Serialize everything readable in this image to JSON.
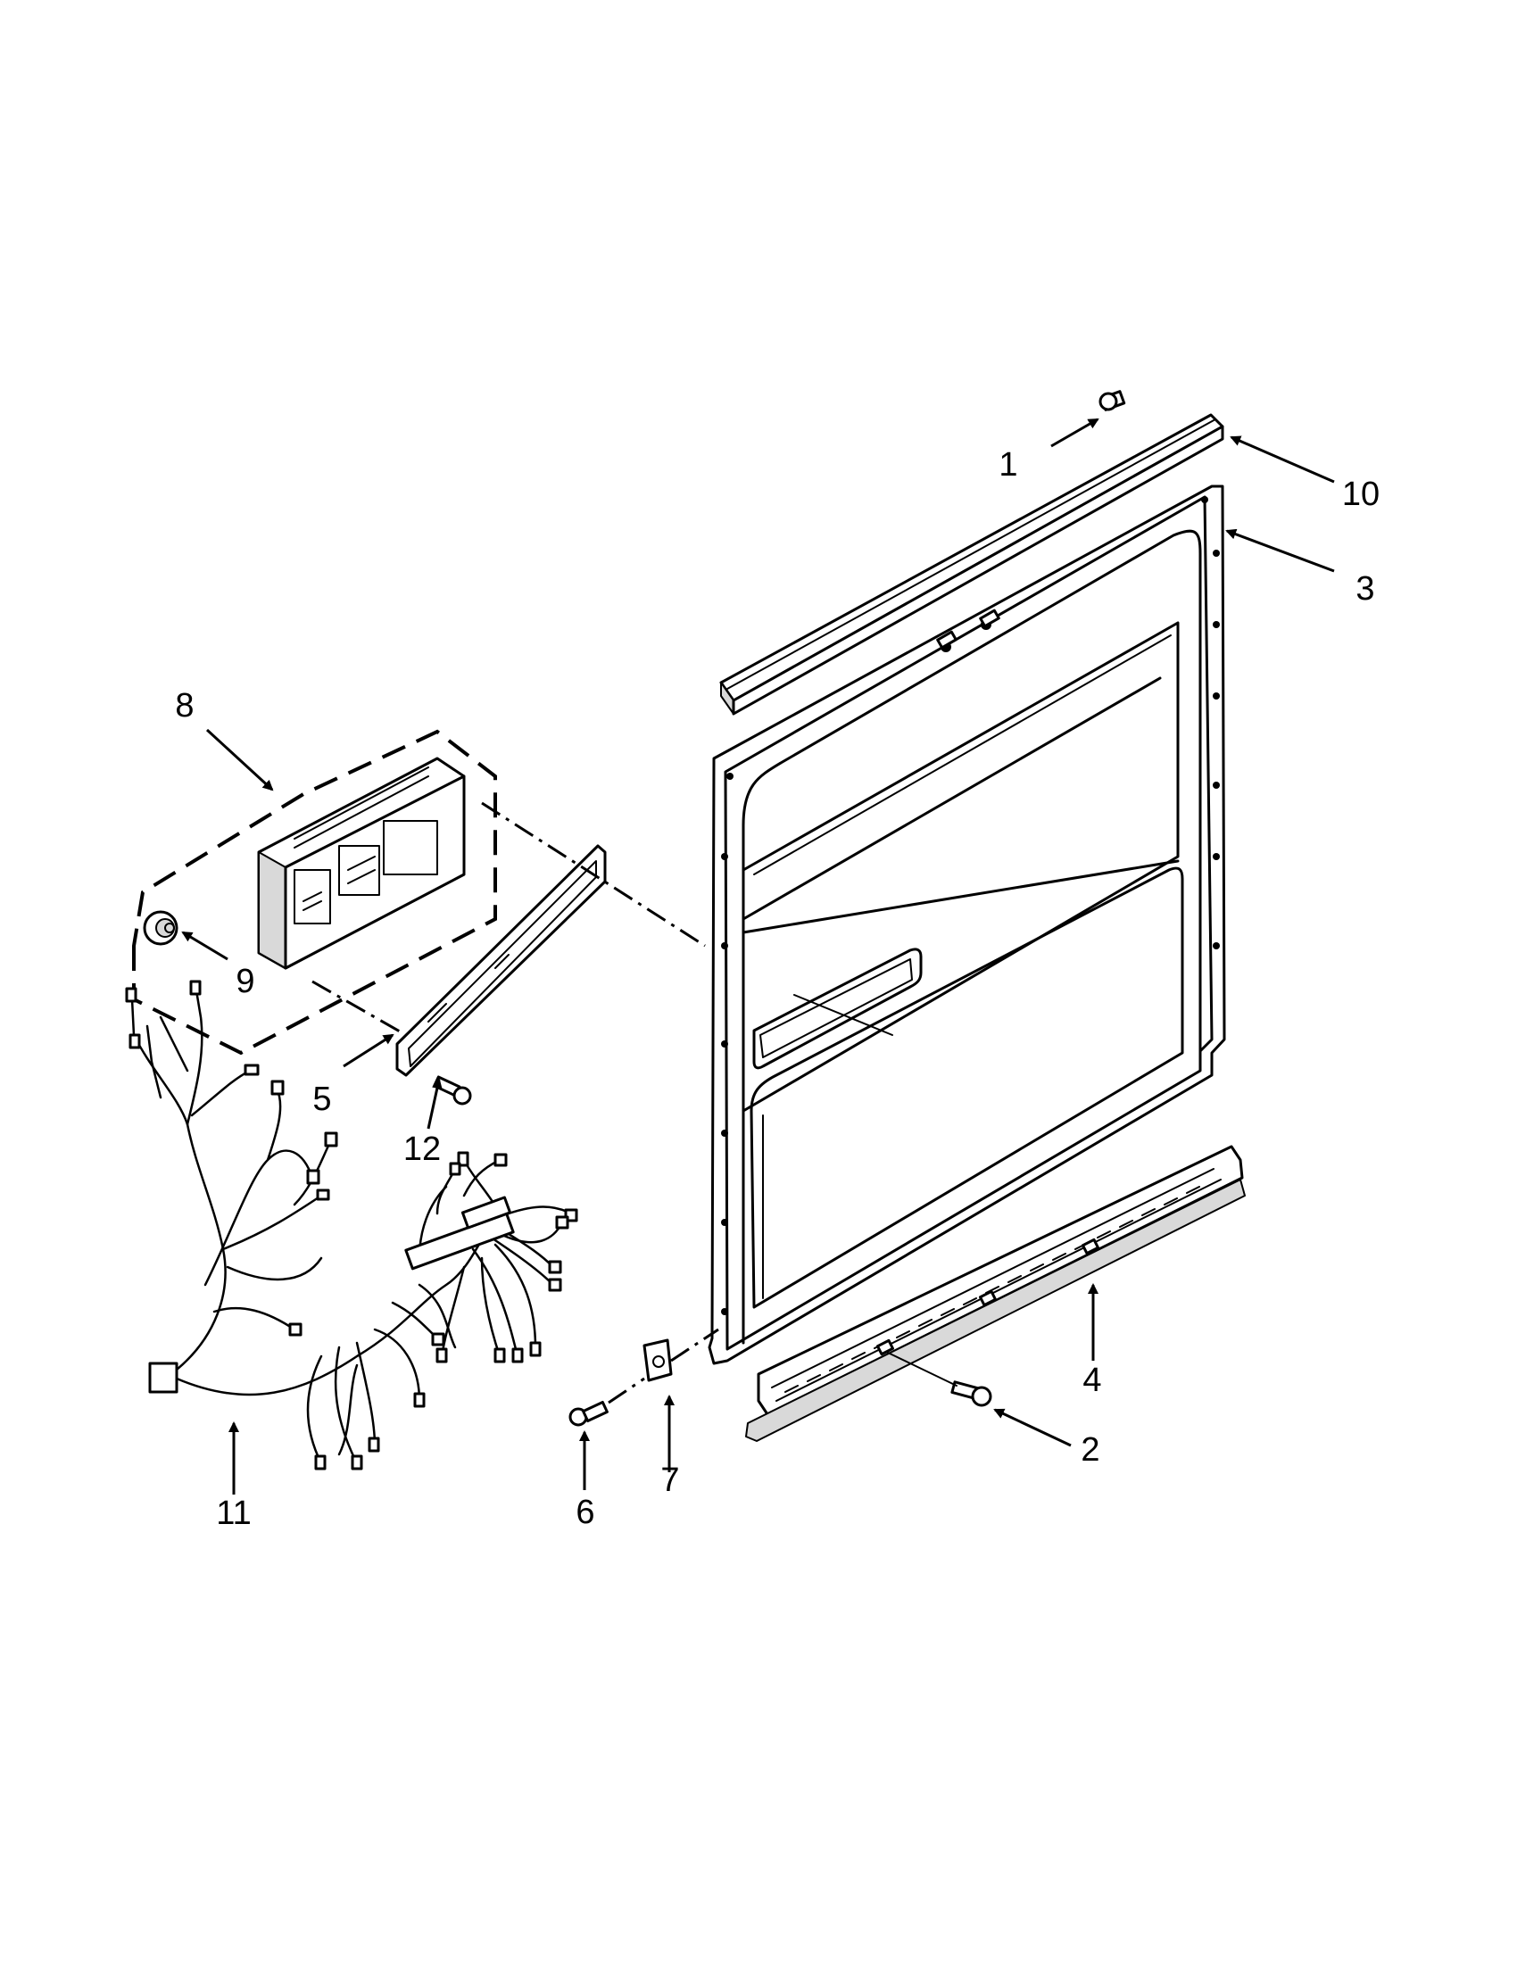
{
  "callouts": [
    {
      "id": "1",
      "label": "1"
    },
    {
      "id": "10",
      "label": "10"
    },
    {
      "id": "3",
      "label": "3"
    },
    {
      "id": "8",
      "label": "8"
    },
    {
      "id": "9",
      "label": "9"
    },
    {
      "id": "5",
      "label": "5"
    },
    {
      "id": "12",
      "label": "12"
    },
    {
      "id": "11",
      "label": "11"
    },
    {
      "id": "6",
      "label": "6"
    },
    {
      "id": "7",
      "label": "7"
    },
    {
      "id": "4",
      "label": "4"
    },
    {
      "id": "2",
      "label": "2"
    }
  ]
}
